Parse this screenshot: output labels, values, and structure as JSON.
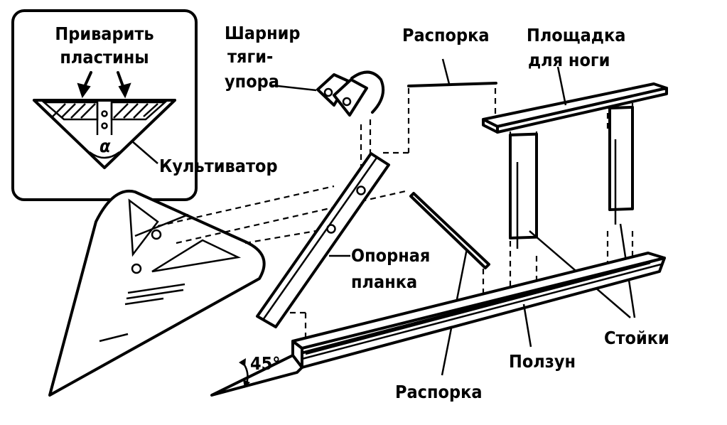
{
  "inset": {
    "title_line1": "Приварить",
    "title_line2": "пластины",
    "angle_symbol": "α"
  },
  "labels": {
    "cultivator": "Культиватор",
    "hinge_line1": "Шарнир",
    "hinge_line2": "тяги-",
    "hinge_line3": "упора",
    "spacer_top": "Распорка",
    "foot_platform_line1": "Площадка",
    "foot_platform_line2": "для ноги",
    "support_bar_line1": "Опорная",
    "support_bar_line2": "планка",
    "spacer_bottom": "Распорка",
    "posts": "Стойки",
    "slider": "Ползун",
    "angle_45": "45°"
  }
}
